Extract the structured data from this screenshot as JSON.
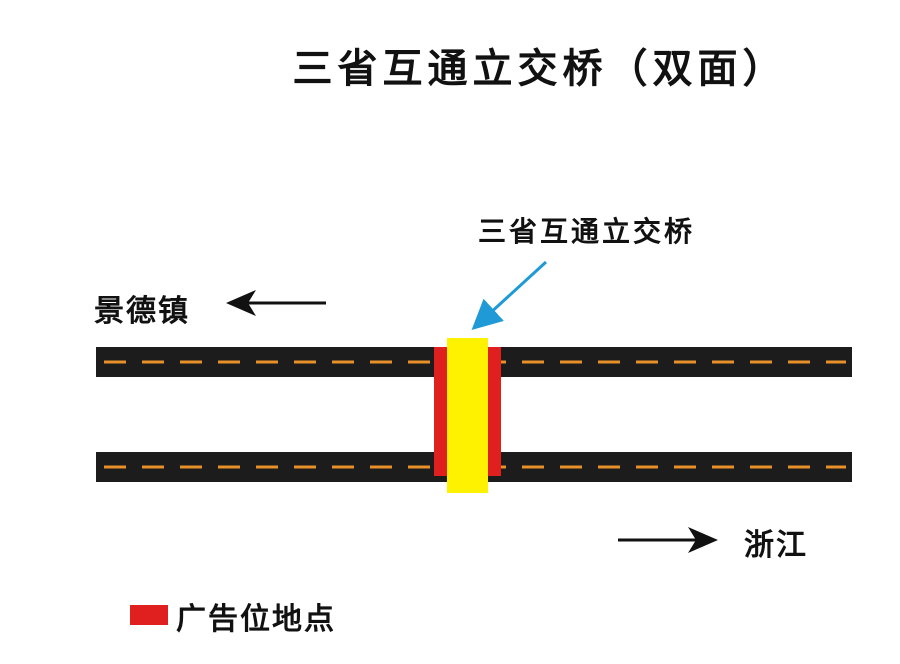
{
  "title": "三省互通立交桥（双面）",
  "bridge": {
    "label": "三省互通立交桥"
  },
  "directions": {
    "west": "景德镇",
    "east": "浙江"
  },
  "legend": {
    "label": "广告位地点"
  },
  "colors": {
    "road": "#1c1c1c",
    "lane_dash": "#e8902a",
    "billboard": "#e01f1f",
    "bridge": "#fff200",
    "pointer_arrow": "#1f9ad6",
    "direction_arrow": "#111111"
  }
}
